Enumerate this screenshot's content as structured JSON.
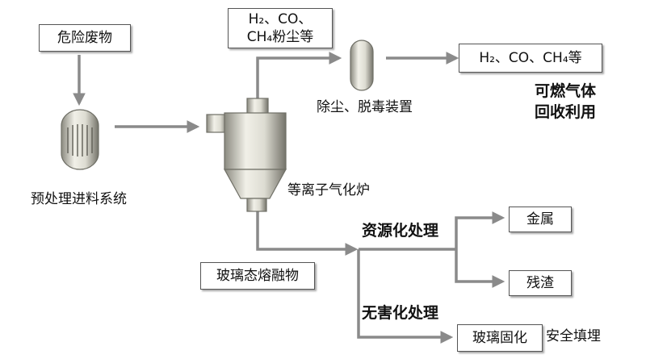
{
  "boxes": {
    "hazardous_waste": "危险废物",
    "gas_top_line1": "H₂、CO、",
    "gas_top_line2": "CH₄粉尘等",
    "gas_output": "H₂、CO、CH₄等",
    "vitrified_melt": "玻璃态熔融物",
    "metal": "金属",
    "residue": "残渣",
    "glass_solidification": "玻璃固化"
  },
  "labels": {
    "pretreatment_feed": "预处理进料系统",
    "plasma_furnace": "等离子气化炉",
    "dust_removal": "除尘、脱毒装置",
    "combustible_line1": "可燃气体",
    "combustible_line2": "回收利用",
    "resource_treatment": "资源化处理",
    "harmless_treatment": "无害化处理",
    "safe_landfill": "安全填埋"
  },
  "colors": {
    "arrow": "#8a8a8a",
    "equipment_light": "#ecebe2",
    "equipment_dark": "#6f6f66",
    "box_border": "#555555"
  }
}
